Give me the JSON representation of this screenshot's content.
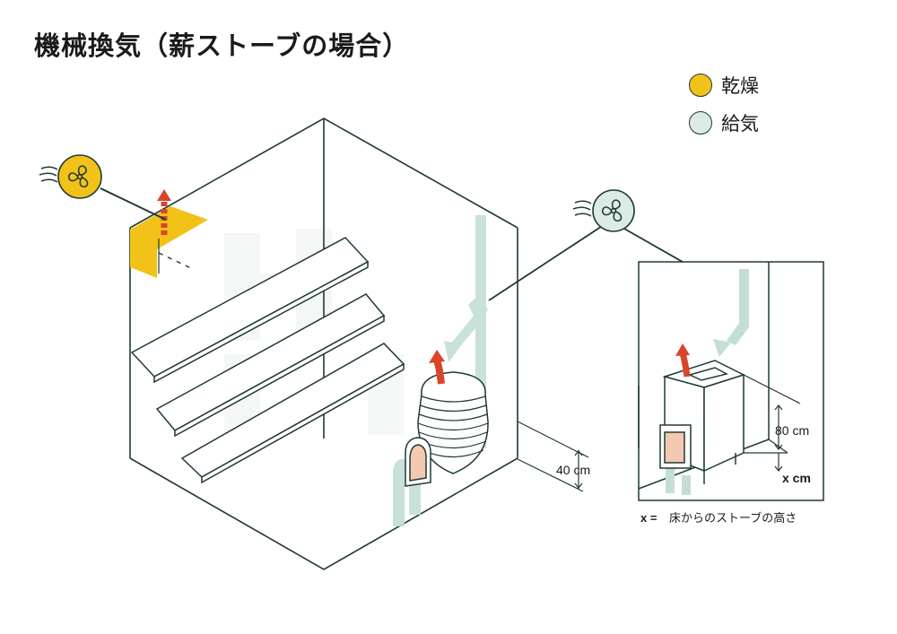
{
  "title": "機械換気（薪ストーブの場合）",
  "legend": {
    "dry": {
      "label": "乾燥",
      "color": "#f2c218"
    },
    "supply": {
      "label": "給気",
      "color": "#dcebe6"
    }
  },
  "colors": {
    "line": "#1f3a33",
    "exhaust_arrow": "#d9442b",
    "airflow": "#c3ded6",
    "stove_door": "#f3c9b2"
  },
  "icons": {
    "exhaust_fan": "fan-icon",
    "supply_fan": "fan-icon"
  },
  "measurements": {
    "main_stove_height": "40 cm",
    "detail_stove_height": "80 cm",
    "detail_floor_gap": "x cm"
  },
  "footnote": {
    "variable": "x =",
    "text": "床からのストーブの高さ"
  }
}
